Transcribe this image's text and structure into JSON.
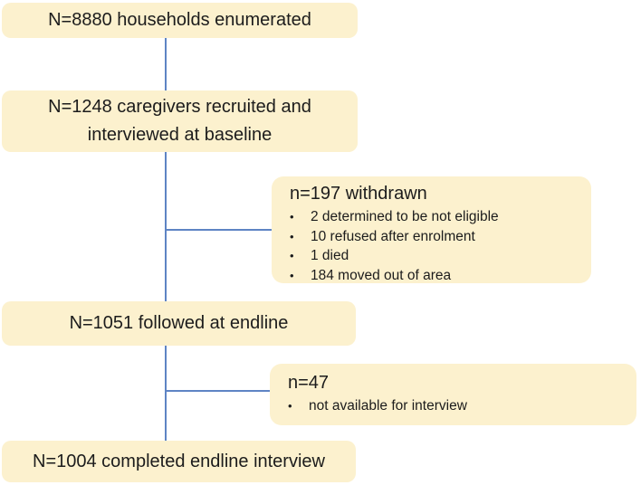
{
  "diagram": {
    "type": "flowchart",
    "title_semantic": "participant flow diagram",
    "boxes": {
      "enumerated": {
        "label": "N=8880 households enumerated"
      },
      "baseline": {
        "label": "N=1248 caregivers recruited and interviewed at baseline"
      },
      "withdrawn": {
        "title": "n=197 withdrawn",
        "bullet_glyph": "•",
        "bullets": [
          "2 determined to be not eligible",
          "10 refused after enrolment",
          "1 died",
          "184 moved out of area"
        ]
      },
      "endline": {
        "label": "N=1051 followed at endline"
      },
      "not_available": {
        "title": "n=47",
        "bullet_glyph": "•",
        "bullets": [
          "not available for interview"
        ]
      },
      "completed": {
        "label": "N=1004 completed endline interview"
      }
    },
    "colors": {
      "box_fill": "#FCF1CE",
      "connector_blue": "#5E84C4",
      "text": "#1C1C1C",
      "background": "#FFFFFF"
    }
  }
}
